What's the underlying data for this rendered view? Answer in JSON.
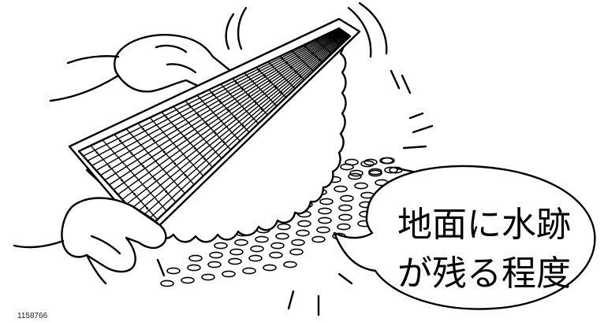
{
  "caption": {
    "line1": "地面に水跡",
    "line2": "が残る程度"
  },
  "image_id": "1158766",
  "colors": {
    "ink": "#000000",
    "paper": "#ffffff"
  }
}
